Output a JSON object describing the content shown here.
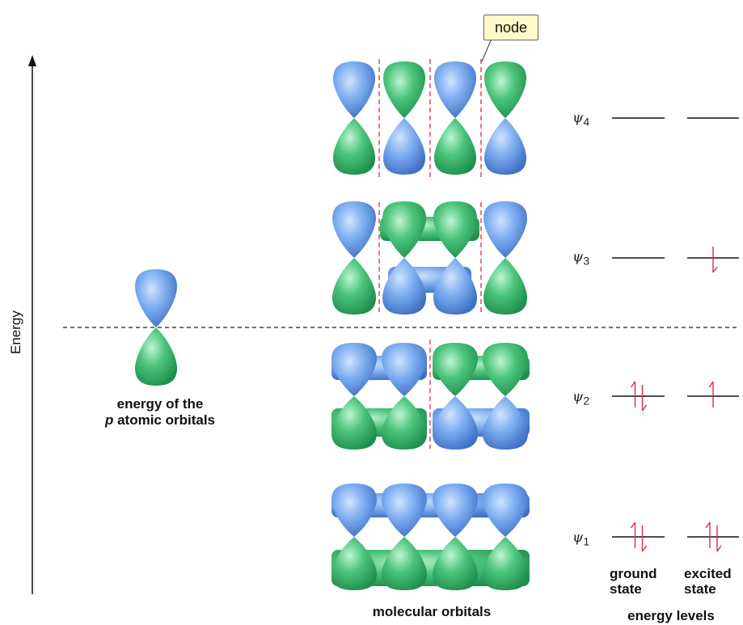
{
  "axis": {
    "label": "Energy"
  },
  "callout": {
    "text": "node"
  },
  "atomic": {
    "line1": "energy of the",
    "line2_italic": "p",
    "line2_rest": " atomic orbitals"
  },
  "molecular_label": "molecular orbitals",
  "energy_levels_label": "energy levels",
  "columns": {
    "ground": {
      "line1": "ground",
      "line2": "state"
    },
    "excited": {
      "line1": "excited",
      "line2": "state"
    }
  },
  "levels": [
    {
      "symbol": "ψ",
      "sub": "4",
      "ground": "",
      "excited": ""
    },
    {
      "symbol": "ψ",
      "sub": "3",
      "ground": "",
      "excited": "down"
    },
    {
      "symbol": "ψ",
      "sub": "2",
      "ground": "pair",
      "excited": "up"
    },
    {
      "symbol": "ψ",
      "sub": "1",
      "ground": "pair",
      "excited": "pair"
    }
  ],
  "colors": {
    "blue": "#6a9be0",
    "green": "#3db870",
    "node": "#e0284a",
    "arrow": "#e0284a"
  }
}
